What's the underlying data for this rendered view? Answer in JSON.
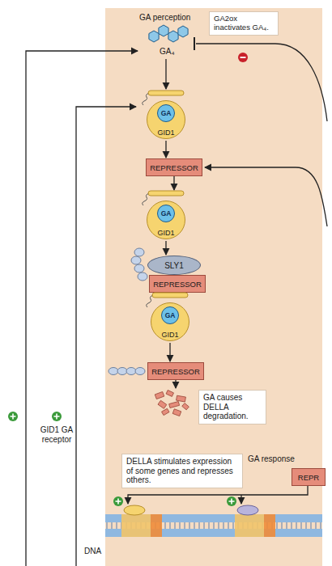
{
  "diagram": {
    "nodes": [
      {
        "text": [
          "GA2ox inactivates GA₄."
        ]
      },
      {
        "text": [
          "GID1"
        ]
      },
      {
        "text": [
          "GA"
        ],
        "in": 1
      },
      {
        "text": [
          "REPRESSOR"
        ]
      },
      {
        "text": [
          "GID1"
        ]
      },
      {
        "text": [
          "GA"
        ],
        "in": 4
      },
      {
        "text": [
          "SLY1"
        ]
      },
      {
        "text": [
          "REPRESSOR"
        ]
      },
      {
        "text": [
          "GID1"
        ]
      },
      {
        "text": [
          "GA"
        ],
        "in": 8
      },
      {
        "text": [
          "REPRESSOR"
        ]
      },
      {
        "text": [
          "GA causes DELLA degradation."
        ]
      },
      {
        "text": [
          "DELLA stimulates expression of some genes and represses others."
        ]
      },
      {
        "text": [
          "REPR"
        ]
      }
    ],
    "edges": [
      {
        "from": 1,
        "to": 3,
        "arrow": "to"
      },
      {
        "from": 3,
        "to": 4,
        "arrow": "to"
      },
      {
        "from": 4,
        "to": 6,
        "arrow": "to"
      },
      {
        "from": 8,
        "to": 10,
        "arrow": "to"
      }
    ],
    "labels": [
      "GA perception",
      "GA₄",
      "GID1 GA receptor",
      "GA response",
      "DNA"
    ]
  }
}
